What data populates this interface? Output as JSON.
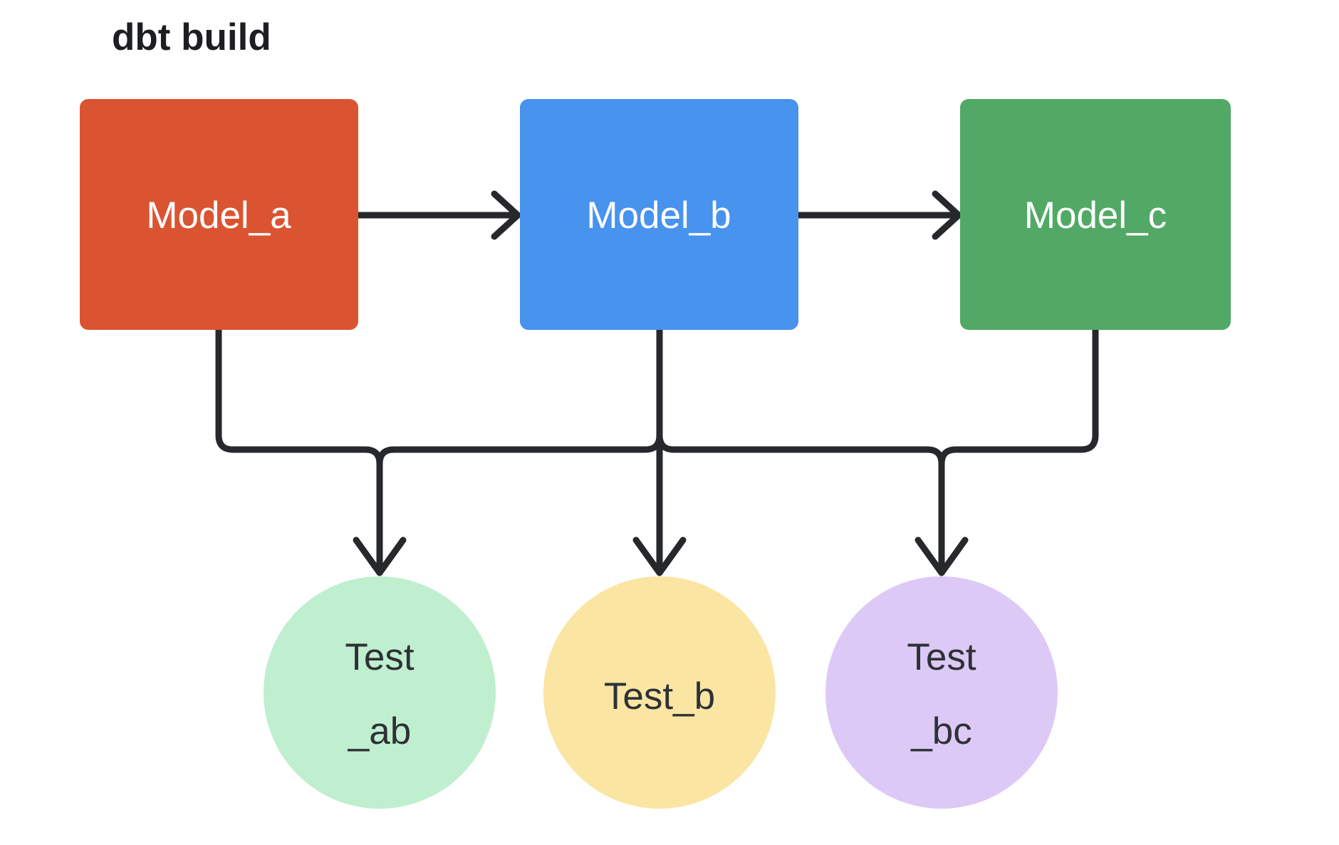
{
  "title": {
    "text": "dbt build",
    "color": "#1c1e21"
  },
  "canvas": {
    "background": "#ffffff",
    "edge_stroke_color": "#26282b"
  },
  "nodes": {
    "model_a": {
      "label": "Model_a",
      "fill": "#db5432",
      "text_color": "#ffffff",
      "shape": "rectangle"
    },
    "model_b": {
      "label": "Model_b",
      "fill": "#4793ee",
      "text_color": "#ffffff",
      "shape": "rectangle"
    },
    "model_c": {
      "label": "Model_c",
      "fill": "#51a965",
      "text_color": "#ffffff",
      "shape": "rectangle"
    },
    "test_ab": {
      "line1": "Test",
      "line2": "_ab",
      "fill": "#bfefcf",
      "text_color": "#2e3136",
      "shape": "circle"
    },
    "test_b": {
      "label": "Test_b",
      "fill": "#fae5a3",
      "text_color": "#2e3136",
      "shape": "circle"
    },
    "test_bc": {
      "line1": "Test",
      "line2": "_bc",
      "fill": "#ddc9f6",
      "text_color": "#2e3136",
      "shape": "circle"
    }
  },
  "edges": [
    {
      "from": "Model_a",
      "to": "Model_b"
    },
    {
      "from": "Model_b",
      "to": "Model_c"
    },
    {
      "from": "Model_a",
      "to": "Test_ab"
    },
    {
      "from": "Model_b",
      "to": "Test_ab"
    },
    {
      "from": "Model_b",
      "to": "Test_b"
    },
    {
      "from": "Model_b",
      "to": "Test_bc"
    },
    {
      "from": "Model_c",
      "to": "Test_bc"
    }
  ]
}
